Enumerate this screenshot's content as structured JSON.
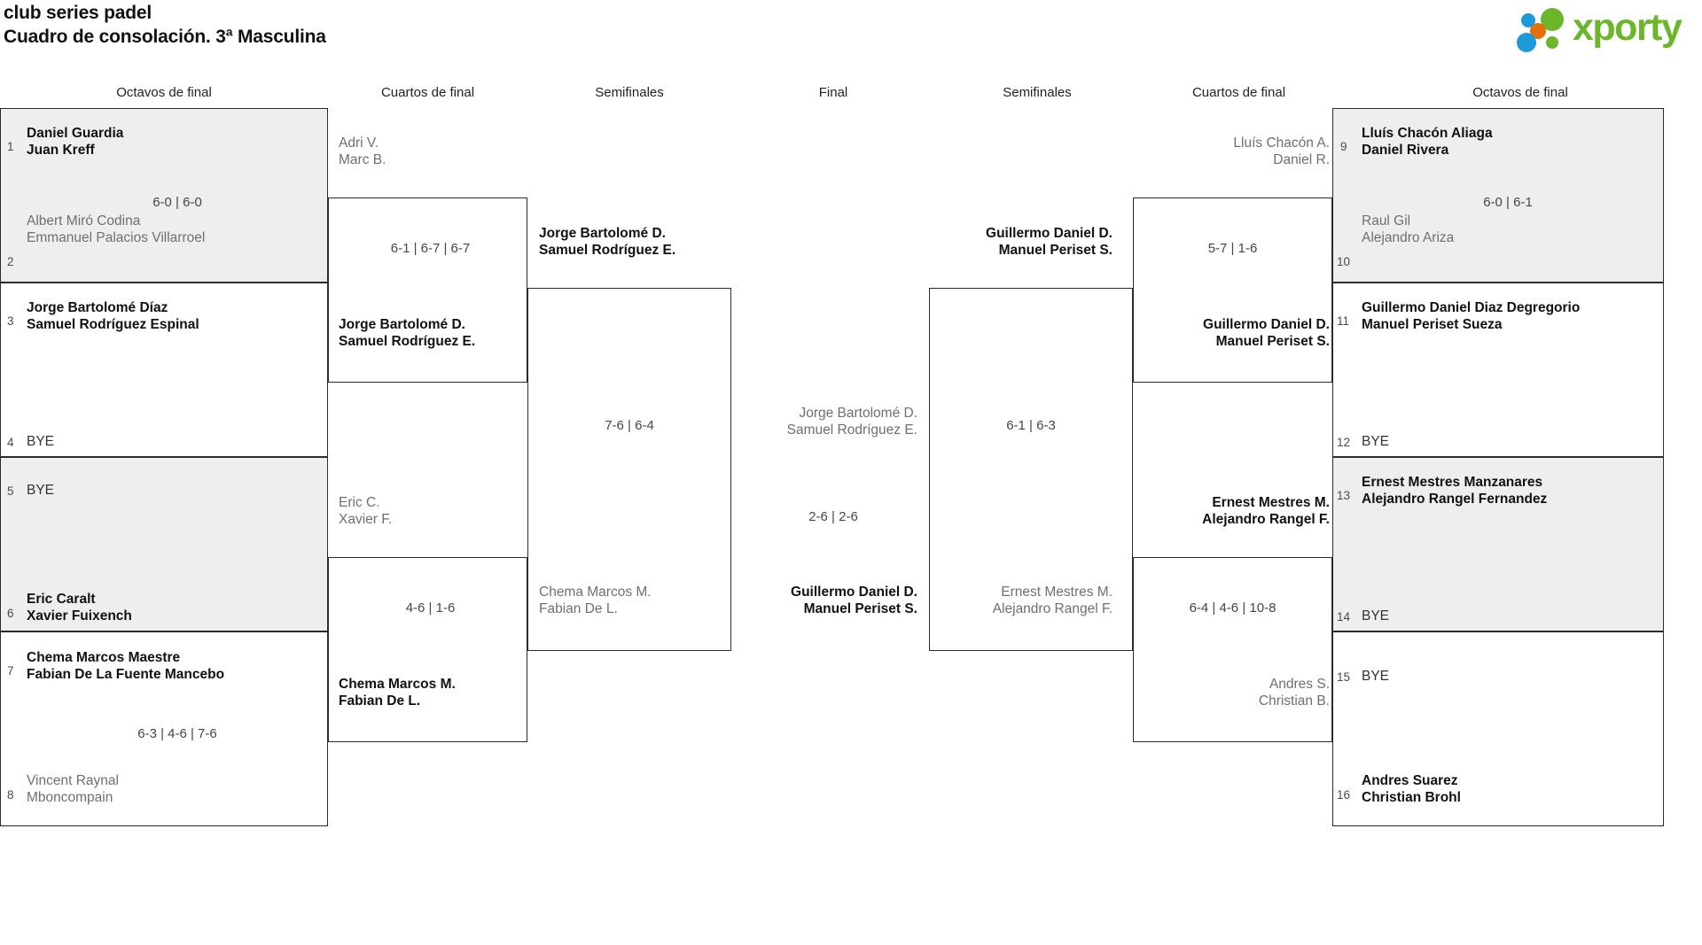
{
  "header": {
    "club": "club series padel",
    "subtitle": "Cuadro de consolación. 3ª Masculina",
    "logo": {
      "wordmark": "xporty",
      "colors": {
        "green": "#6cb62c",
        "blue": "#1b9ad6",
        "orange": "#e2710a"
      }
    }
  },
  "round_headings": {
    "left_r16": "Octavos de final",
    "left_qf": "Cuartos de final",
    "left_sf": "Semifinales",
    "final": "Final",
    "right_sf": "Semifinales",
    "right_qf": "Cuartos de final",
    "right_r16": "Octavos de final"
  },
  "left": {
    "r16": [
      {
        "seed": "1",
        "p1": "Daniel Guardia",
        "p2": "Juan Kreff",
        "winner": true,
        "opp_seed": "2",
        "o1": "Albert Miró Codina",
        "o2": "Emmanuel Palacios Villarroel",
        "opp_winner": false,
        "score": "6-0 | 6-0"
      },
      {
        "seed": "3",
        "p1": "Jorge Bartolomé Díaz",
        "p2": "Samuel Rodríguez Espinal",
        "winner": true,
        "opp_seed": "4",
        "o1": "BYE",
        "o2": "",
        "opp_winner": false,
        "score": ""
      },
      {
        "seed": "5",
        "p1": "BYE",
        "p2": "",
        "winner": false,
        "opp_seed": "6",
        "o1": "Eric Caralt",
        "o2": "Xavier Fuixench",
        "opp_winner": true,
        "score": ""
      },
      {
        "seed": "7",
        "p1": "Chema Marcos Maestre",
        "p2": "Fabian De La Fuente Mancebo",
        "winner": true,
        "opp_seed": "8",
        "o1": "Vincent Raynal",
        "o2": "Mboncompain",
        "opp_winner": false,
        "score": "6-3 | 4-6 | 7-6"
      }
    ],
    "qf": [
      {
        "top1": "Adri V.",
        "top2": "Marc B.",
        "top_win": false,
        "bot1": "Jorge Bartolomé D.",
        "bot2": "Samuel Rodríguez E.",
        "bot_win": true,
        "score": "6-1 | 6-7 | 6-7"
      },
      {
        "top1": "Eric C.",
        "top2": "Xavier F.",
        "top_win": false,
        "bot1": "Chema Marcos M.",
        "bot2": "Fabian De L.",
        "bot_win": true,
        "score": "4-6 | 1-6"
      }
    ],
    "sf": {
      "top1": "Jorge Bartolomé D.",
      "top2": "Samuel Rodríguez E.",
      "top_win": true,
      "bot1": "Chema Marcos M.",
      "bot2": "Fabian De L.",
      "bot_win": false,
      "score": "7-6 | 6-4"
    }
  },
  "final": {
    "top1": "Jorge Bartolomé D.",
    "top2": "Samuel Rodríguez E.",
    "top_win": false,
    "bot1": "Guillermo Daniel D.",
    "bot2": "Manuel Periset S.",
    "bot_win": true,
    "score": "2-6 | 2-6"
  },
  "right": {
    "sf": {
      "top1": "Guillermo Daniel D.",
      "top2": "Manuel Periset S.",
      "top_win": true,
      "bot1": "Ernest Mestres M.",
      "bot2": "Alejandro Rangel F.",
      "bot_win": false,
      "score": "6-1 | 6-3"
    },
    "qf": [
      {
        "top1": "Lluís Chacón A.",
        "top2": "Daniel R.",
        "top_win": false,
        "bot1": "Guillermo Daniel D.",
        "bot2": "Manuel Periset S.",
        "bot_win": true,
        "score": "5-7 | 1-6"
      },
      {
        "top1": "Ernest Mestres M.",
        "top2": "Alejandro Rangel F.",
        "top_win": true,
        "bot1": "Andres S.",
        "bot2": "Christian B.",
        "bot_win": false,
        "score": "6-4 | 4-6 | 10-8"
      }
    ],
    "r16": [
      {
        "seed": "9",
        "p1": "Lluís Chacón Aliaga",
        "p2": "Daniel Rivera",
        "winner": true,
        "opp_seed": "10",
        "o1": "Raul Gil",
        "o2": "Alejandro Ariza",
        "opp_winner": false,
        "score": "6-0 | 6-1"
      },
      {
        "seed": "11",
        "p1": "Guillermo Daniel Diaz Degregorio",
        "p2": "Manuel Periset Sueza",
        "winner": true,
        "opp_seed": "12",
        "o1": "BYE",
        "o2": "",
        "opp_winner": false,
        "score": ""
      },
      {
        "seed": "13",
        "p1": "Ernest Mestres Manzanares",
        "p2": "Alejandro Rangel Fernandez",
        "winner": true,
        "opp_seed": "14",
        "o1": "BYE",
        "o2": "",
        "opp_winner": false,
        "score": ""
      },
      {
        "seed": "15",
        "p1": "BYE",
        "p2": "",
        "winner": false,
        "opp_seed": "16",
        "o1": "Andres Suarez",
        "o2": "Christian Brohl",
        "opp_winner": true,
        "score": ""
      }
    ]
  }
}
